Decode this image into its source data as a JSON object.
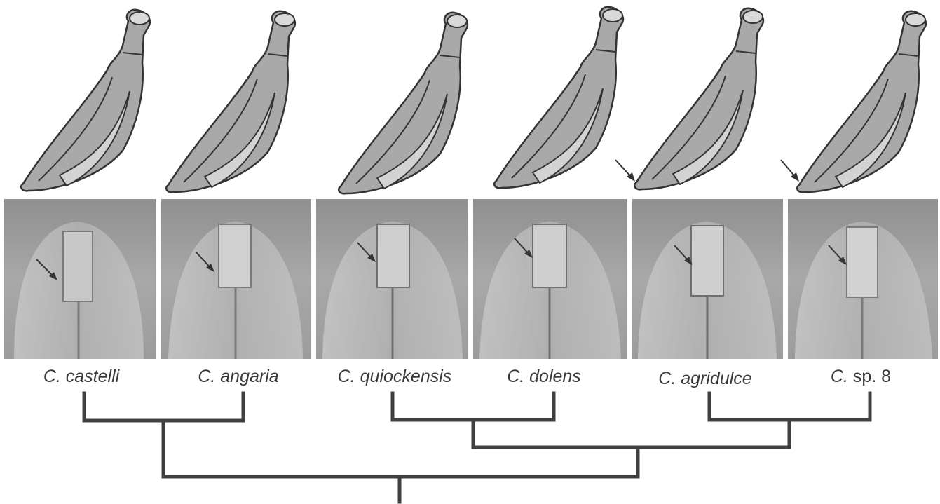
{
  "figure": {
    "taxa": [
      {
        "genus": "C.",
        "epithet": "castelli",
        "arrow_on_drawing": false
      },
      {
        "genus": "C.",
        "epithet": "angaria",
        "arrow_on_drawing": false
      },
      {
        "genus": "C.",
        "epithet": "quiockensis",
        "arrow_on_drawing": false
      },
      {
        "genus": "C.",
        "epithet": "dolens",
        "arrow_on_drawing": false
      },
      {
        "genus": "C.",
        "epithet": "agridulce",
        "arrow_on_drawing": true
      },
      {
        "genus": "C.",
        "epithet": "sp. 8",
        "arrow_on_drawing": true
      }
    ],
    "tree": {
      "topology": "((castelli,angaria),((quiockensis,dolens),(agridulce,sp. 8)))"
    },
    "colors": {
      "line": "#404040",
      "drawing_fill_dark": "#a9a9a9",
      "drawing_fill_light": "#d3d3d3",
      "photo_bg": "#9a9a9a"
    }
  }
}
